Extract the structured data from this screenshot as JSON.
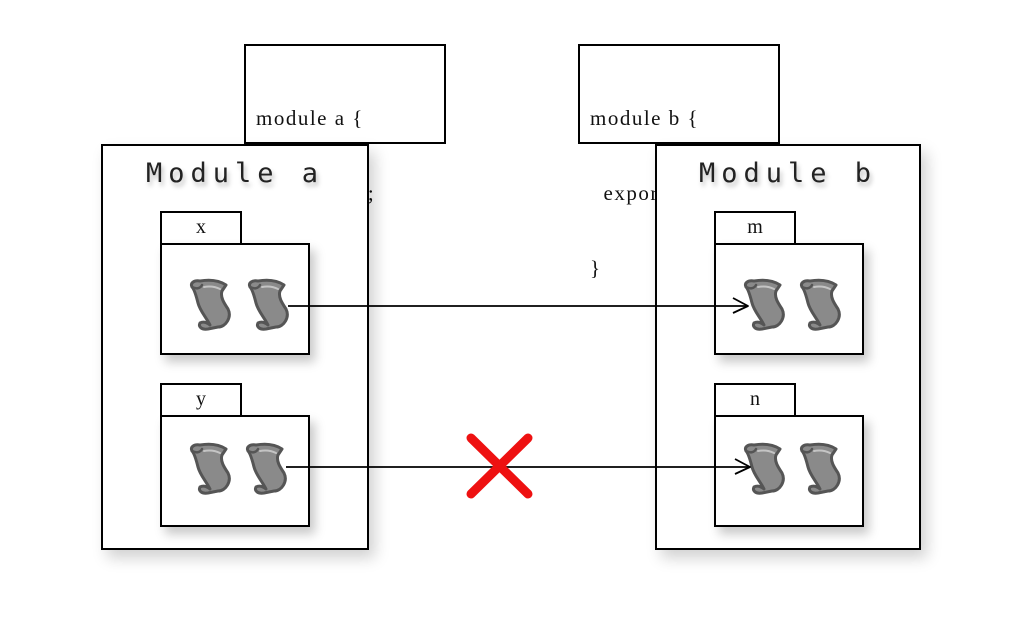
{
  "code_a": {
    "line1": "module a {",
    "line2": "  requires b;",
    "line3": "}"
  },
  "code_b": {
    "line1": "module b {",
    "line2": "  export m;",
    "line3": "}"
  },
  "module_a": {
    "title": "Module a",
    "packages": [
      {
        "name": "x"
      },
      {
        "name": "y"
      }
    ]
  },
  "module_b": {
    "title": "Module b",
    "packages": [
      {
        "name": "m"
      },
      {
        "name": "n"
      }
    ]
  },
  "colors": {
    "line": "#000000",
    "scroll_fill": "#8a8a8a",
    "scroll_stroke": "#555555",
    "blocked_cross": "#ee1111"
  },
  "icons": {
    "class_file": "scroll-icon",
    "blocked": "red-x-cross-icon"
  }
}
